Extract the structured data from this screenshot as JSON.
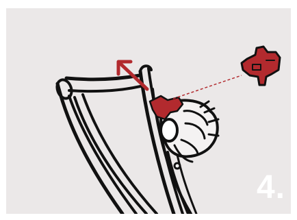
{
  "step": {
    "number_label": "4."
  },
  "illustration": {
    "subject": "bicycle-fork-with-brake-caliper-and-pad-spring",
    "icon_names": [
      "fork-leg-icon",
      "brake-caliper-icon",
      "pad-spring-icon",
      "removal-arrow-icon",
      "guide-dashed-line"
    ]
  },
  "colors": {
    "background": "#ebe8e8",
    "accent_red": "#b22a2e",
    "ink": "#111111",
    "step_number": "#ffffff"
  }
}
